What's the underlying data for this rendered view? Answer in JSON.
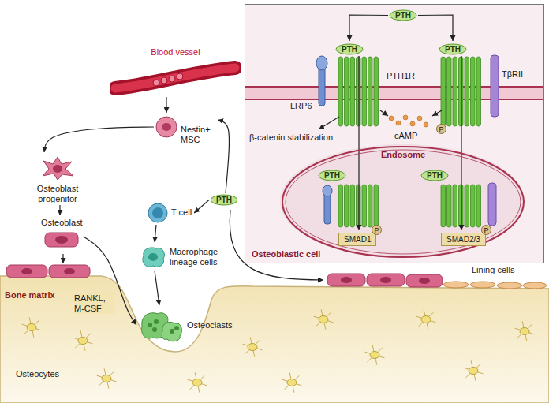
{
  "diagram": {
    "nodes": [
      {
        "text": [
          "Blood vessel"
        ]
      },
      {
        "text": [
          "Nestin+ MSC"
        ]
      },
      {
        "text": [
          "Osteoblast progenitor"
        ]
      },
      {
        "text": [
          "Osteoblast"
        ]
      },
      {
        "text": [
          "T cell"
        ]
      },
      {
        "text": [
          "Macrophage lineage cells"
        ]
      },
      {
        "text": [
          "Osteoclasts"
        ]
      },
      {
        "text": [
          "PTH"
        ]
      },
      {
        "text": [
          "Osteoblastic cell"
        ]
      },
      {
        "text": [
          "PTH"
        ],
        "in": 8
      },
      {
        "text": [
          "PTH"
        ],
        "in": 8
      },
      {
        "text": [
          "PTH"
        ],
        "in": 8
      },
      {
        "text": [
          "Endosome"
        ],
        "in": 8
      },
      {
        "text": [
          "PTH"
        ],
        "in": 12
      },
      {
        "text": [
          "PTH"
        ],
        "in": 12
      },
      {
        "text": [
          "SMAD1"
        ],
        "in": 12
      },
      {
        "text": [
          "SMAD2/3"
        ],
        "in": 12
      }
    ],
    "edges": [
      {
        "from": 0,
        "to": 1,
        "arrow": "to"
      },
      {
        "from": 1,
        "to": 2,
        "arrow": "to"
      },
      {
        "from": 2,
        "to": 3,
        "arrow": "to"
      },
      {
        "from": 7,
        "to": 1,
        "arrow": "to"
      },
      {
        "from": 7,
        "to": 4,
        "arrow": "to"
      },
      {
        "from": 4,
        "to": 5,
        "arrow": "to"
      },
      {
        "from": 5,
        "to": 6,
        "arrow": "to"
      },
      {
        "from": 3,
        "to": 6,
        "label": "RANKL, M-CSF",
        "arrow": "to"
      },
      {
        "from": 9,
        "to": 10,
        "arrow": "to"
      },
      {
        "from": 9,
        "to": 11,
        "arrow": "to"
      },
      {
        "from": 10,
        "to": 15,
        "arrow": "to"
      },
      {
        "from": 11,
        "to": 16,
        "arrow": "to"
      }
    ],
    "labels": [
      "LRP6",
      "PTH1R",
      "TβRII",
      "P",
      "β-catenin stabilization",
      "cAMP",
      "P",
      "P",
      "Lining cells",
      "Bone matrix",
      "Osteocytes"
    ]
  }
}
